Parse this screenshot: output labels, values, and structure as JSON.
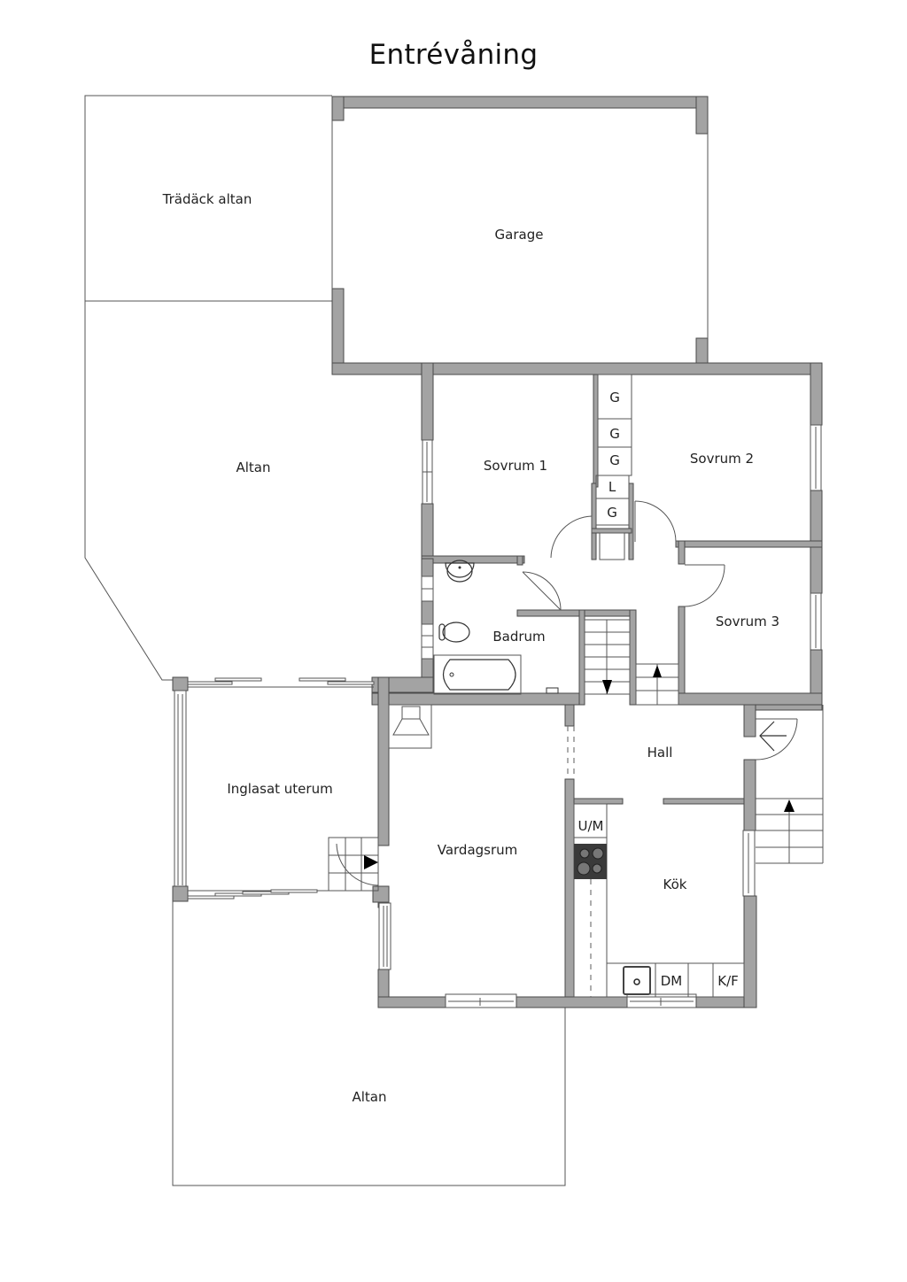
{
  "title": "Entrévåning",
  "colors": {
    "wall": "#a3a3a3",
    "wall_outline": "#4a4a4a",
    "line": "#555555",
    "text": "#222222",
    "stove": "#3a3a3a",
    "background": "#ffffff"
  },
  "rooms": {
    "tradack_altan": "Trädäck altan",
    "garage": "Garage",
    "altan_upper": "Altan",
    "sovrum1": "Sovrum 1",
    "sovrum2": "Sovrum 2",
    "sovrum3": "Sovrum 3",
    "badrum": "Badrum",
    "inglasat_uterum": "Inglasat uterum",
    "vardagsrum": "Vardagsrum",
    "hall": "Hall",
    "kok": "Kök",
    "altan_lower": "Altan"
  },
  "closets": [
    "G",
    "G",
    "G",
    "L",
    "G"
  ],
  "kitchen_labels": {
    "washer_microwave": "U/M",
    "dishwasher": "DM",
    "fridge_freezer": "K/F"
  }
}
